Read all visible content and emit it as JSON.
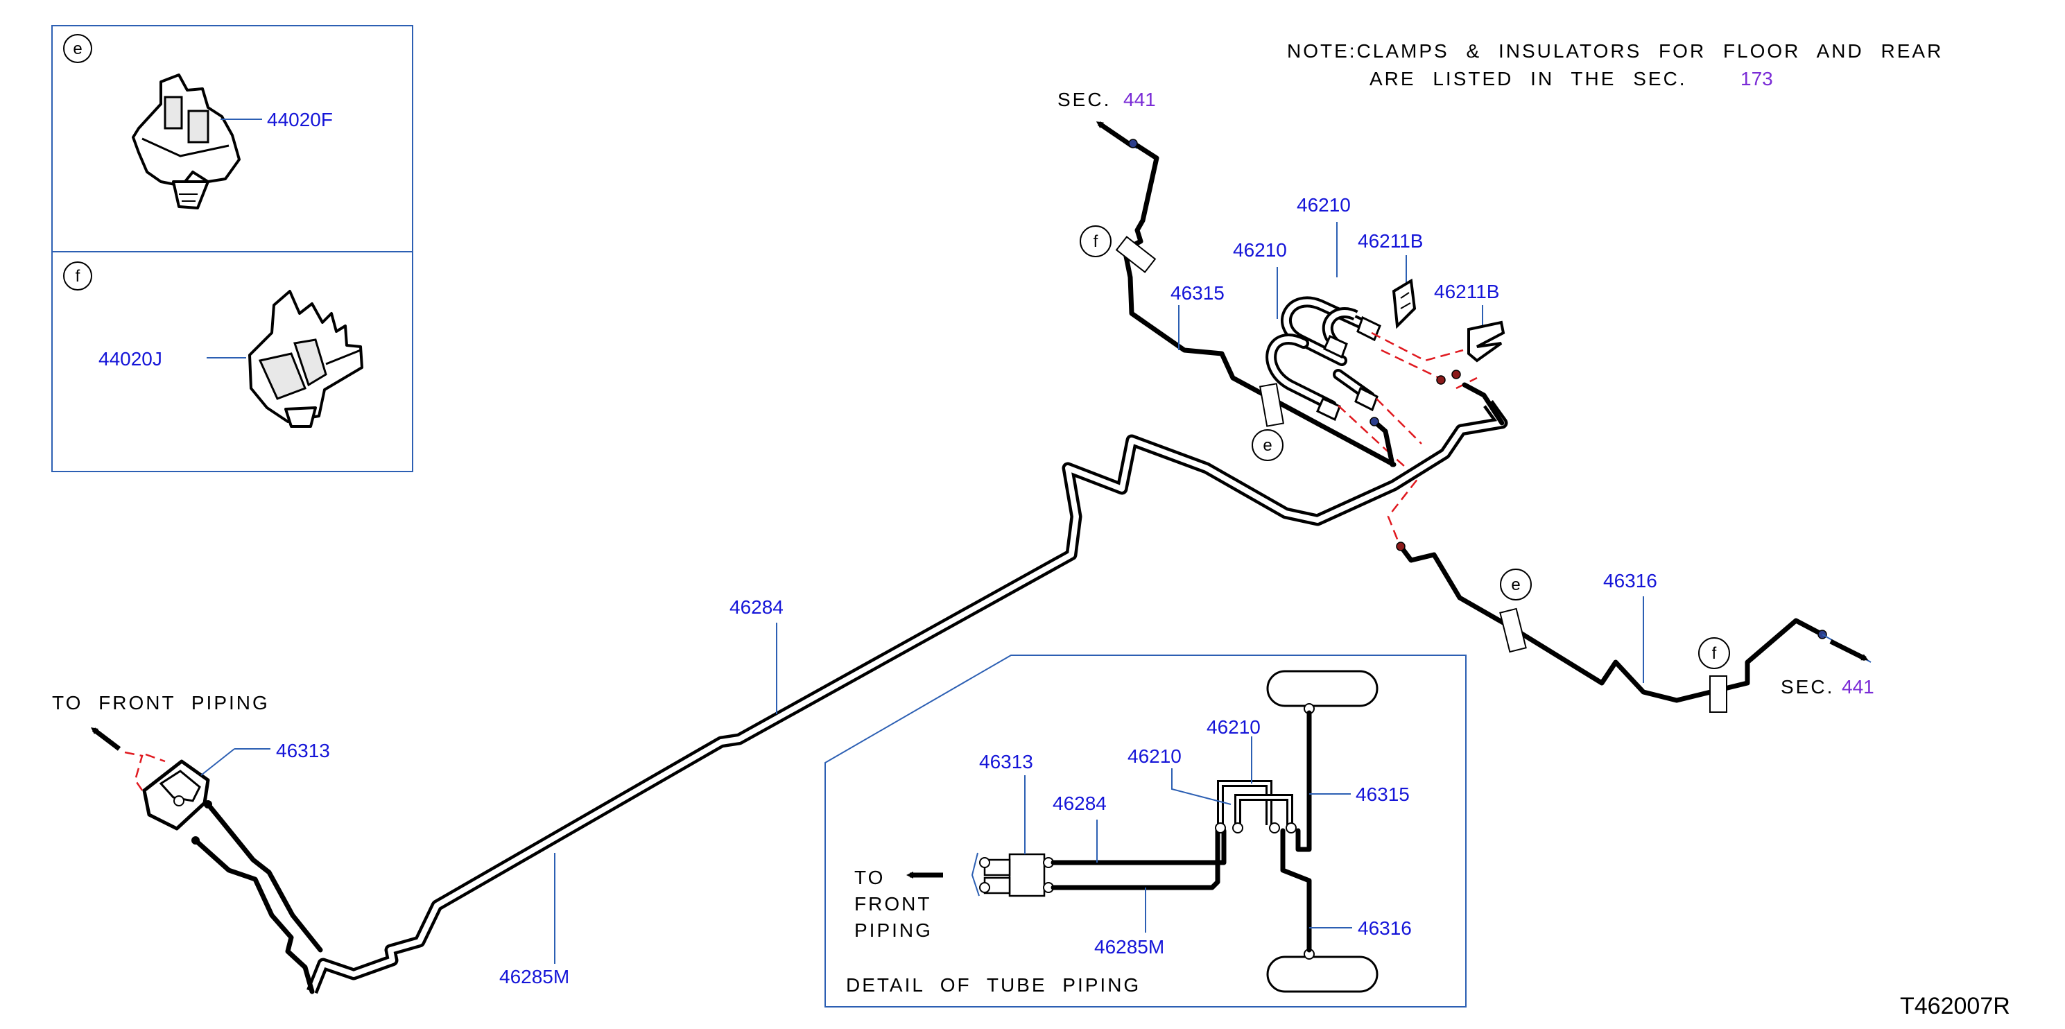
{
  "note": {
    "line1": "NOTE:CLAMPS & INSULATORS FOR FLOOR AND REAR",
    "line2": "ARE LISTED IN THE SEC.",
    "sec_ref": "173"
  },
  "inset_boxes": [
    {
      "letter": "e",
      "part": "44020F"
    },
    {
      "letter": "f",
      "part": "44020J"
    }
  ],
  "section_refs": [
    {
      "label": "SEC.",
      "number": "441"
    },
    {
      "label": "SEC.",
      "number": "441"
    }
  ],
  "to_front_piping": "TO FRONT PIPING",
  "main_parts": {
    "p46210a": "46210",
    "p46210b": "46210",
    "p46211Ba": "46211B",
    "p46211Bb": "46211B",
    "p46315": "46315",
    "p46316": "46316",
    "p46284": "46284",
    "p46285M": "46285M",
    "p46313": "46313"
  },
  "clamp_markers": [
    "f",
    "e",
    "e",
    "f"
  ],
  "detail": {
    "title": "DETAIL OF TUBE PIPING",
    "to_front": [
      "TO",
      "FRONT",
      "PIPING"
    ],
    "parts": {
      "p46313": "46313",
      "p46284": "46284",
      "p46210a": "46210",
      "p46210b": "46210",
      "p46315": "46315",
      "p46316": "46316",
      "p46285M": "46285M"
    }
  },
  "diagram_id": "T462007R"
}
